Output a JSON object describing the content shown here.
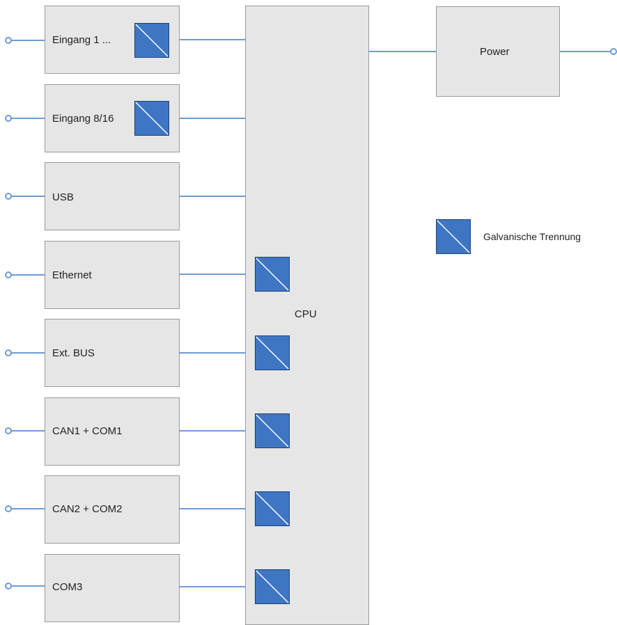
{
  "colors": {
    "box_fill": "#e6e6e6",
    "box_border": "#9a9a9a",
    "wire": "#6f9ad3",
    "isolator_fill": "#3f76c4",
    "isolator_border": "#1e3f73",
    "text": "#222222"
  },
  "modules": [
    {
      "label": "Eingang 1 ...",
      "isolated": true
    },
    {
      "label": "Eingang 8/16",
      "isolated": true
    },
    {
      "label": "USB",
      "isolated": false
    },
    {
      "label": "Ethernet",
      "isolated": true
    },
    {
      "label": "Ext. BUS",
      "isolated": true
    },
    {
      "label": "CAN1 + COM1",
      "isolated": true
    },
    {
      "label": "CAN2 + COM2",
      "isolated": true
    },
    {
      "label": "COM3",
      "isolated": true
    }
  ],
  "cpu": {
    "label": "CPU"
  },
  "power": {
    "label": "Power"
  },
  "legend": {
    "label": "Galvanische Trennung",
    "icon": "galvanic-isolation-icon"
  }
}
